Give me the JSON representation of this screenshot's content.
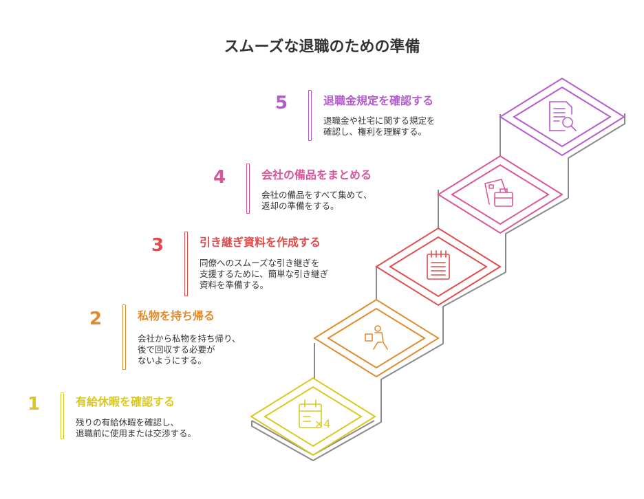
{
  "title": "スムーズな退職のための準備",
  "steps": [
    {
      "number": "1",
      "title": "有給休暇を確認する",
      "description": [
        "残りの有給休暇を確認し、",
        "退職前に使用または交渉する。"
      ],
      "color": "#D9C91F",
      "icon": "calendar-icon"
    },
    {
      "number": "2",
      "title": "私物を持ち帰る",
      "description": [
        "会社から私物を持ち帰り、",
        "後で回収する必要が",
        "ないようにする。"
      ],
      "color": "#E08A2C",
      "icon": "carry-box-icon"
    },
    {
      "number": "3",
      "title": "引き継ぎ資料を作成する",
      "description": [
        "同僚へのスムーズな引き継ぎを",
        "支援するために、簡単な引き継ぎ",
        "資料を準備する。"
      ],
      "color": "#E04B4B",
      "icon": "notepad-icon"
    },
    {
      "number": "4",
      "title": "会社の備品をまとめる",
      "description": [
        "会社の備品をすべて集めて、",
        "返却の準備をする。"
      ],
      "color": "#D9559A",
      "icon": "briefcase-documents-icon"
    },
    {
      "number": "5",
      "title": "退職金規定を確認する",
      "description": [
        "退職金や社宅に関する規定を",
        "確認し、権利を理解する。"
      ],
      "color": "#B45ACF",
      "icon": "document-search-icon"
    }
  ]
}
